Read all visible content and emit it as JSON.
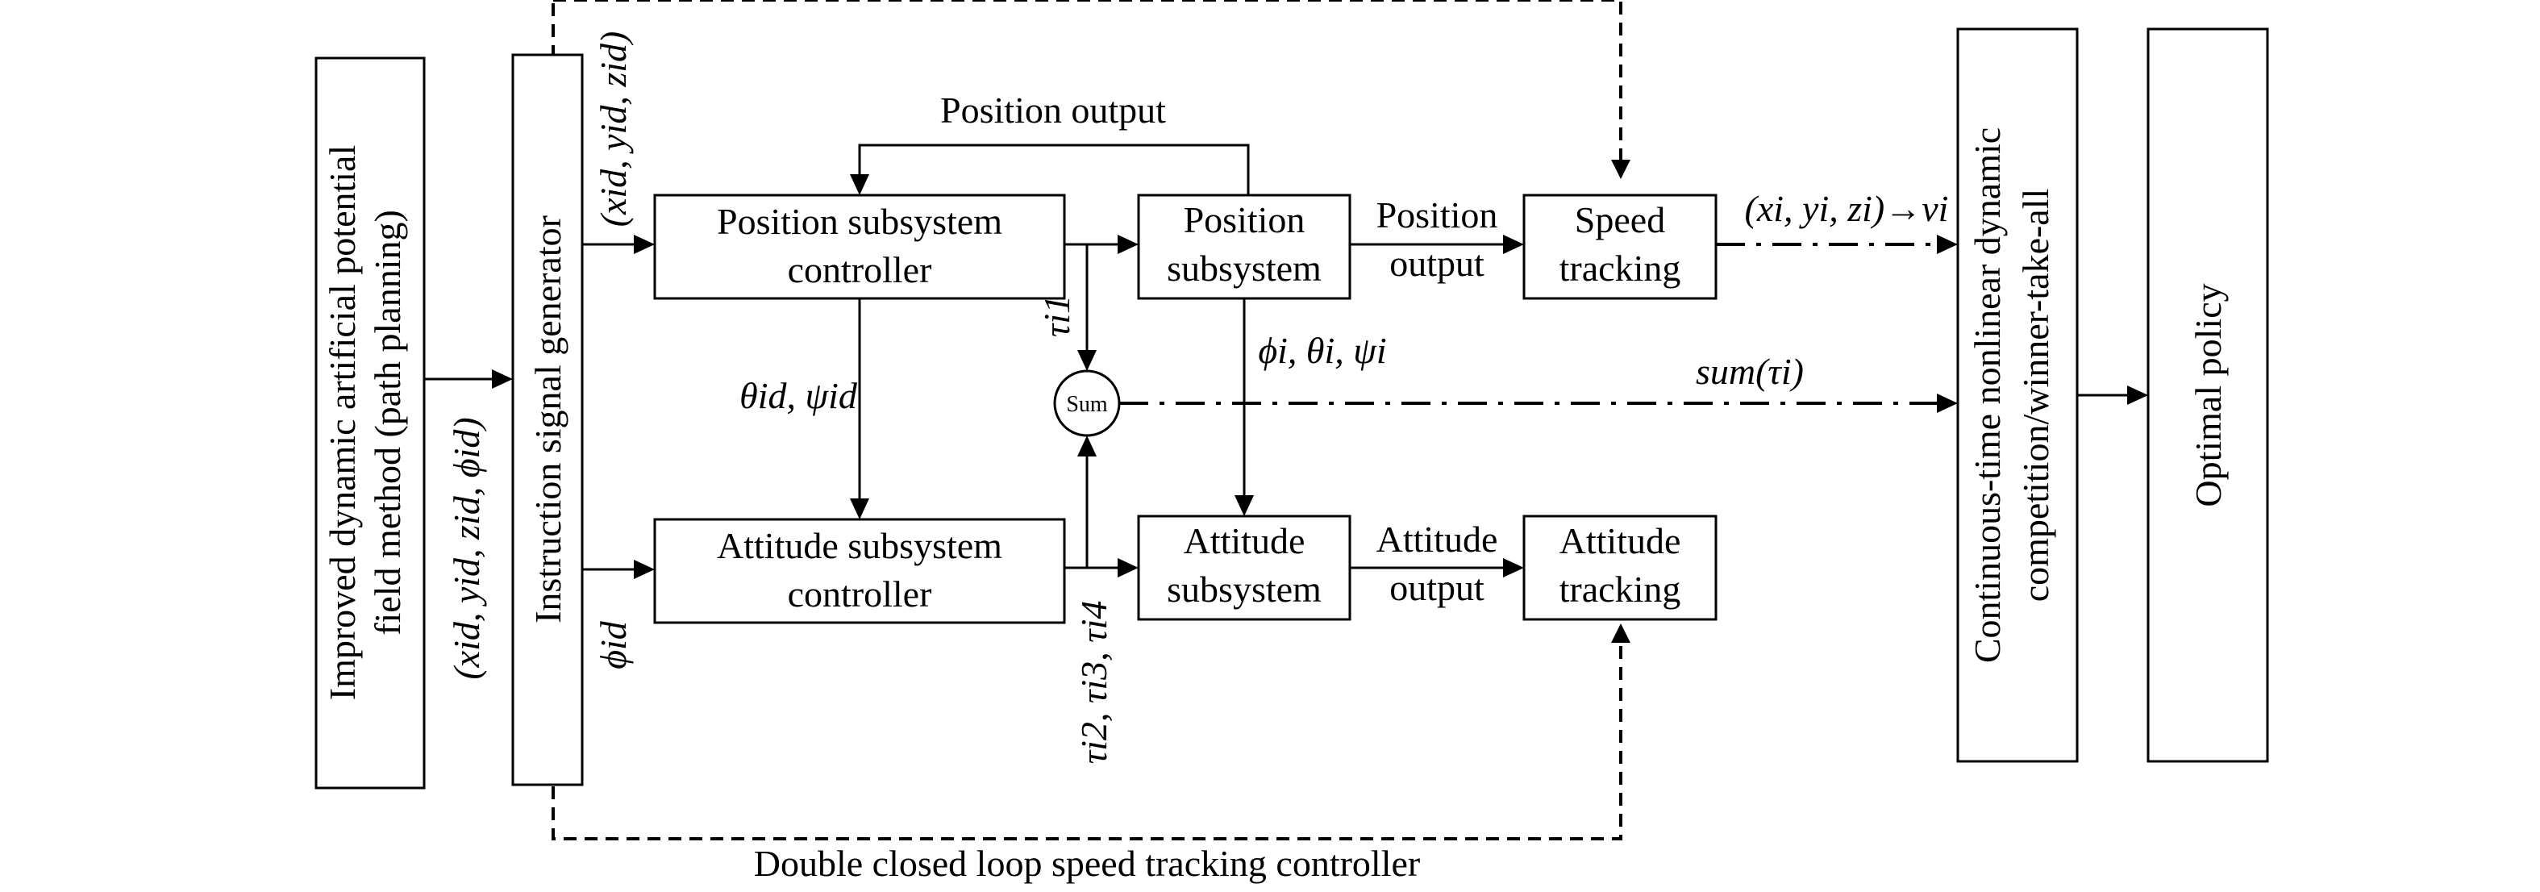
{
  "blocks": {
    "planning": [
      "Improved dynamic artificial potential",
      "field method (path planning)"
    ],
    "instruction": "Instruction signal generator",
    "pos_controller": [
      "Position subsystem",
      "controller"
    ],
    "att_controller": [
      "Attitude subsystem",
      "controller"
    ],
    "pos_subsystem": [
      "Position",
      "subsystem"
    ],
    "att_subsystem": [
      "Attitude",
      "subsystem"
    ],
    "speed_tracking": [
      "Speed",
      "tracking"
    ],
    "attitude_tracking": [
      "Attitude",
      "tracking"
    ],
    "competition": [
      "Continuous-time nonlinear dynamic",
      "competition/winner-take-all"
    ],
    "optimal": "Optimal policy",
    "sum": "Sum"
  },
  "labels": {
    "position_output_top": "Position output",
    "position_output": [
      "Position",
      "output"
    ],
    "attitude_output": [
      "Attitude",
      "output"
    ],
    "sum_tau": "sum(τi)",
    "xyz_to_v": "(xi, yi, zi)→vi",
    "xyz_id": "(xid, yid, zid)",
    "xyzphi_id": "(xid, yid, zid, ϕid)",
    "phi_id": "ϕid",
    "theta_psi_id": "θid, ψid",
    "phi_theta_psi_i": "ϕi, θi, ψi",
    "tau_i1": "τi1",
    "tau_i234": "τi2, τi3, τi4",
    "caption": "Double closed loop speed tracking controller"
  },
  "colors": {
    "stroke": "#000000",
    "background": "#ffffff"
  }
}
